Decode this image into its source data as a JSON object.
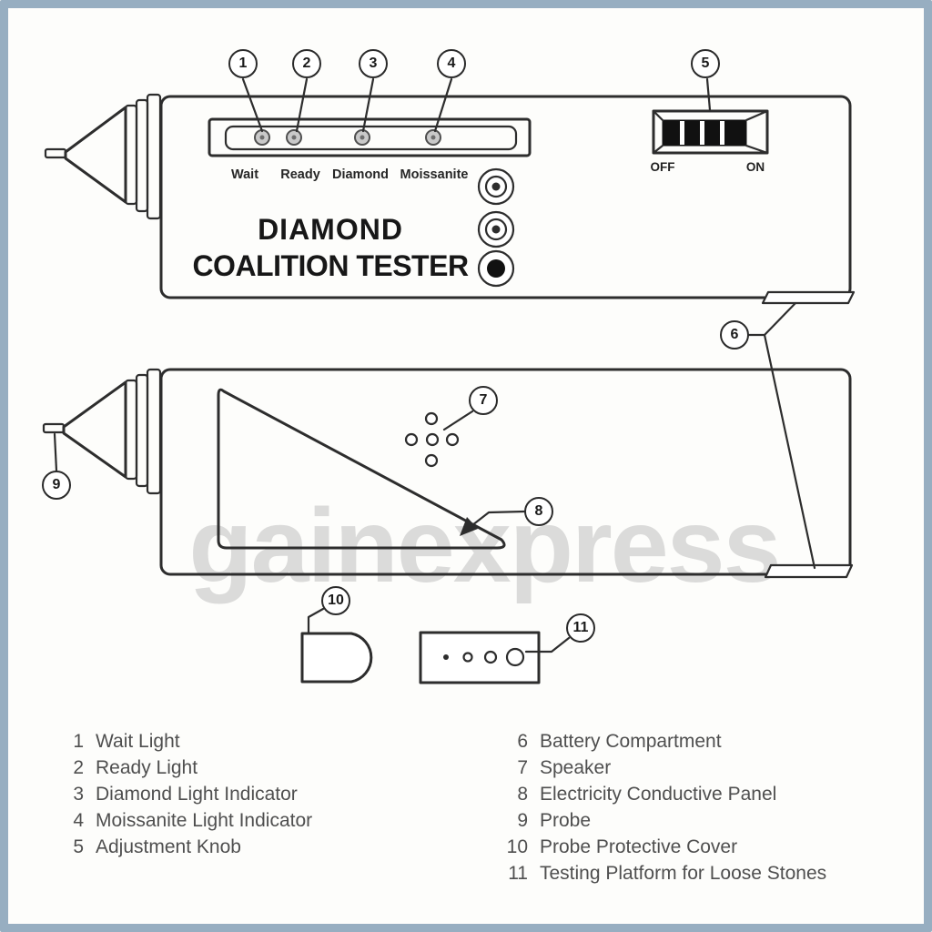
{
  "device": {
    "title_line1": "DIAMOND",
    "title_line2": "COALITION TESTER",
    "indicator_labels": [
      "Wait",
      "Ready",
      "Diamond",
      "Moissanite"
    ],
    "switch_off": "OFF",
    "switch_on": "ON"
  },
  "watermark": "gainexpress",
  "callouts": [
    "1",
    "2",
    "3",
    "4",
    "5",
    "6",
    "7",
    "8",
    "9",
    "10",
    "11"
  ],
  "legend": {
    "left": [
      {
        "num": "1",
        "label": "Wait Light"
      },
      {
        "num": "2",
        "label": "Ready Light"
      },
      {
        "num": "3",
        "label": "Diamond Light Indicator"
      },
      {
        "num": "4",
        "label": "Moissanite Light Indicator"
      },
      {
        "num": "5",
        "label": "Adjustment Knob"
      }
    ],
    "right": [
      {
        "num": "6",
        "label": "Battery Compartment"
      },
      {
        "num": "7",
        "label": "Speaker"
      },
      {
        "num": "8",
        "label": "Electricity Conductive Panel"
      },
      {
        "num": "9",
        "label": "Probe"
      },
      {
        "num": "10",
        "label": "Probe Protective Cover"
      },
      {
        "num": "11",
        "label": "Testing Platform for Loose Stones"
      }
    ]
  },
  "colors": {
    "frame_border": "#97aec1",
    "line": "#2d2d2d",
    "watermark_gray": "#c7c7c7",
    "legend_text": "#4f4f4f"
  }
}
